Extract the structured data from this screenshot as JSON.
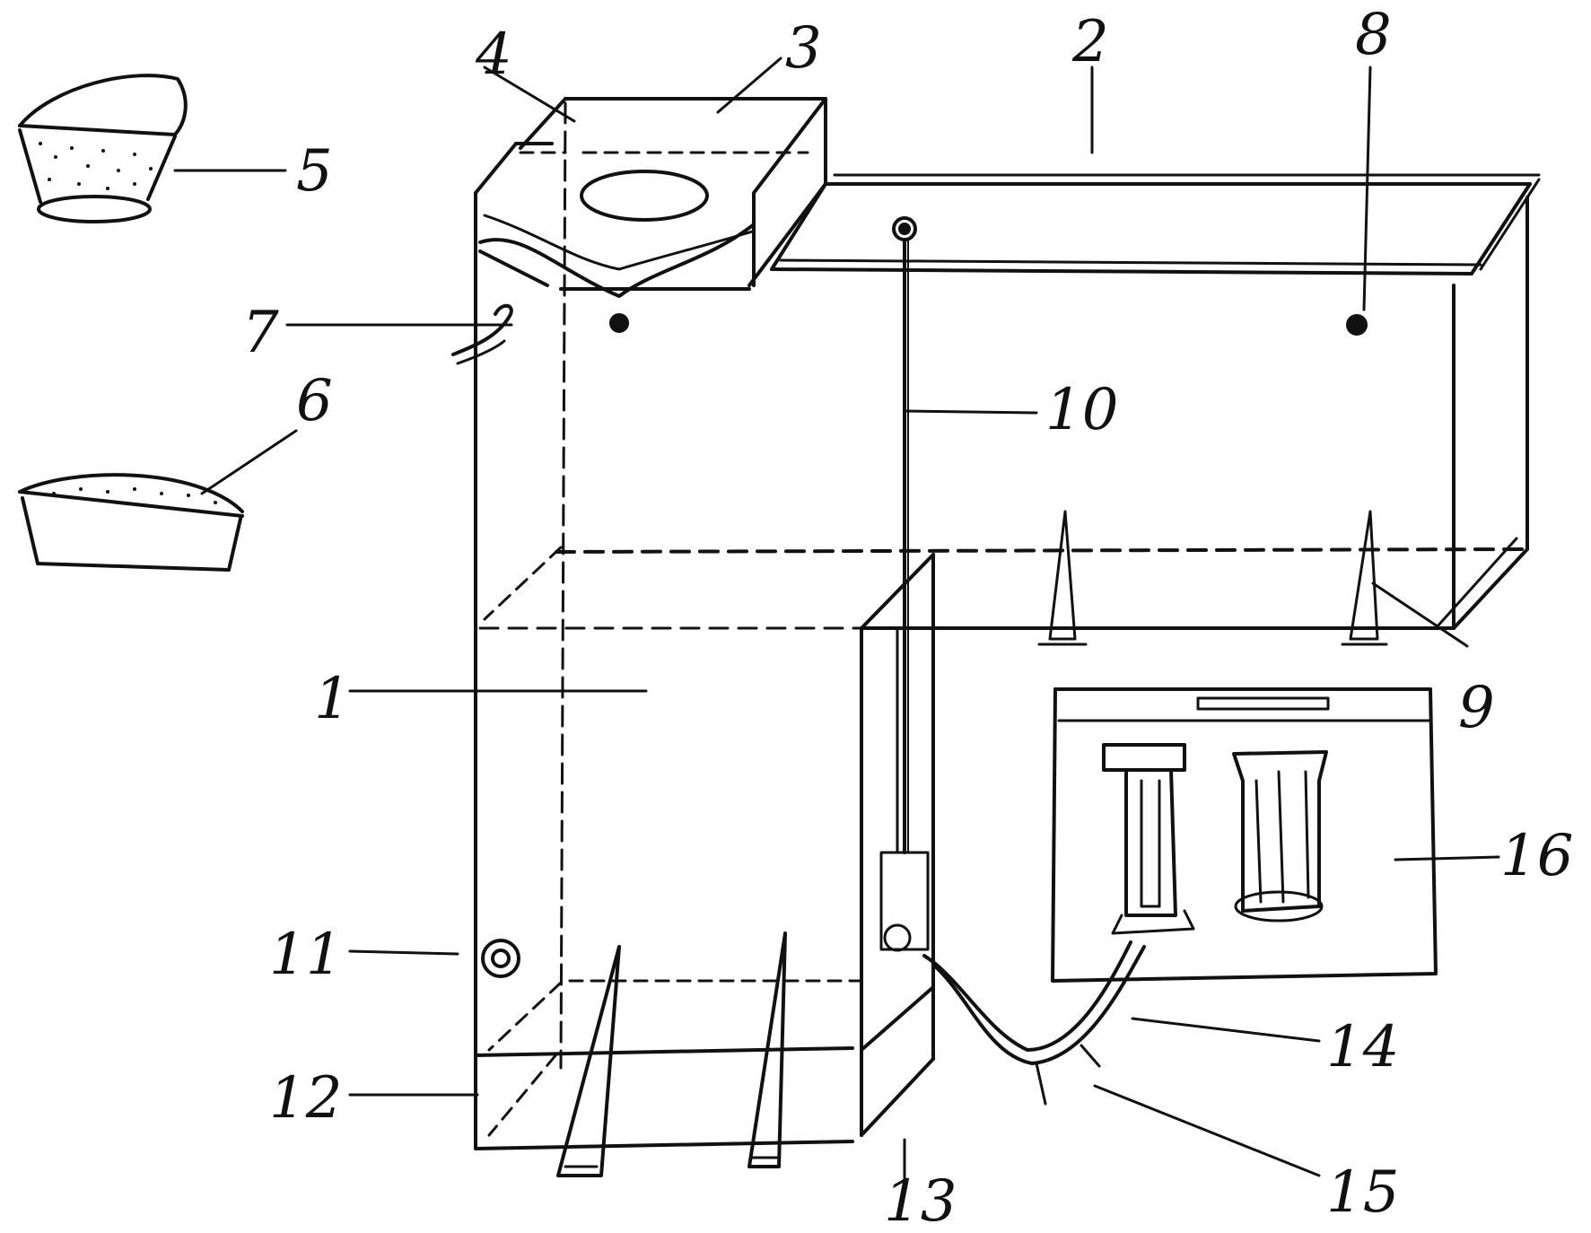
{
  "diagram": {
    "labels": {
      "l1": "1",
      "l2": "2",
      "l3": "3",
      "l4": "4",
      "l5": "5",
      "l6": "6",
      "l7": "7",
      "l8": "8",
      "l9": "9",
      "l10": "10",
      "l11": "11",
      "l12": "12",
      "l13": "13",
      "l14": "14",
      "l15": "15",
      "l16": "16"
    },
    "colors": {
      "ink": "#111111",
      "background": "#ffffff"
    }
  }
}
